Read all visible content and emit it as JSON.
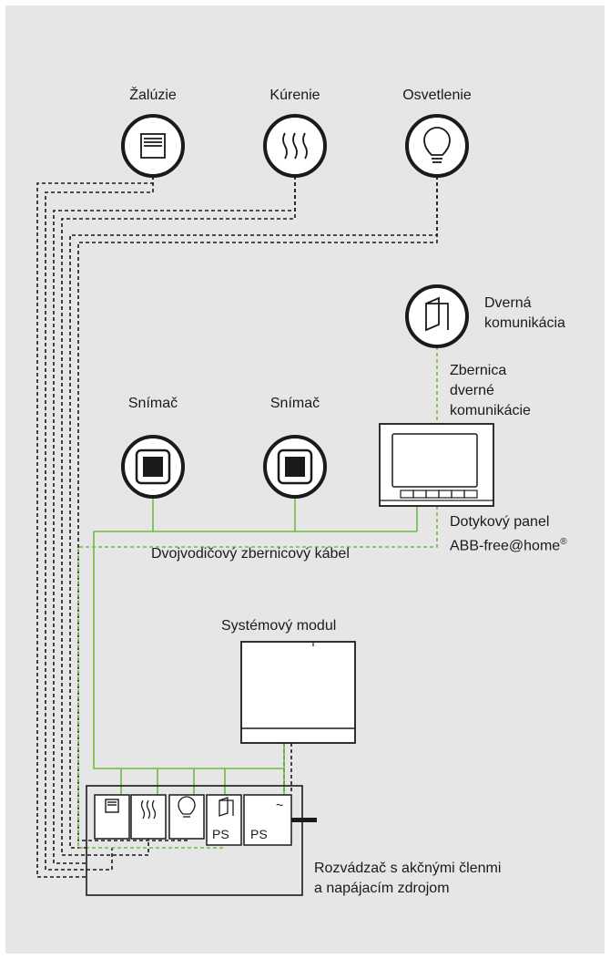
{
  "colors": {
    "background": "#e6e6e6",
    "bus": "#6dbb45",
    "dashed": "#1a1a1a",
    "outline": "#1a1a1a"
  },
  "devices": {
    "blinds": {
      "label": "Žalúzie",
      "icon": "blinds-icon"
    },
    "heating": {
      "label": "Kúrenie",
      "icon": "heating-icon"
    },
    "lighting": {
      "label": "Osvetlenie",
      "icon": "lightbulb-icon"
    },
    "door": {
      "label_line1": "Dverná",
      "label_line2": "komunikácia",
      "icon": "door-icon"
    },
    "sensor1": {
      "label": "Snímač",
      "icon": "sensor-icon"
    },
    "sensor2": {
      "label": "Snímač",
      "icon": "sensor-icon"
    }
  },
  "labels": {
    "door_bus": [
      "Zbernica",
      "dverné",
      "komunikácie"
    ],
    "touch_panel": [
      "Dotykový panel",
      "ABB-free@home"
    ],
    "touch_panel_sup": "®",
    "two_wire_cable": "Dvojvodičový zbernicový kábel",
    "system_module": "Systémový modul",
    "distribution_board": [
      "Rozvádzač s akčnými členmi",
      "a napájacím zdrojom"
    ],
    "ps": "PS",
    "ac_symbol": "~"
  }
}
